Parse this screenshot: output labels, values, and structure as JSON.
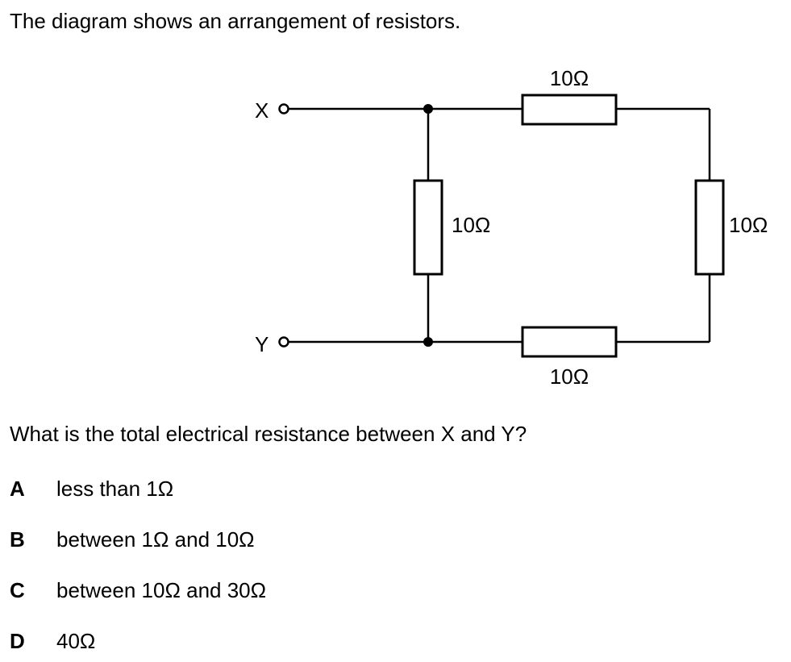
{
  "intro_text": "The diagram shows an arrangement of resistors.",
  "circuit": {
    "terminal_x_label": "X",
    "terminal_y_label": "Y",
    "resistor_top_label": "10Ω",
    "resistor_middle_label": "10Ω",
    "resistor_right_label": "10Ω",
    "resistor_bottom_label": "10Ω"
  },
  "question_text": "What is the total electrical resistance between X and Y?",
  "options": [
    {
      "letter": "A",
      "text": "less than 1Ω"
    },
    {
      "letter": "B",
      "text": "between 1Ω and 10Ω"
    },
    {
      "letter": "C",
      "text": "between 10Ω and 30Ω"
    },
    {
      "letter": "D",
      "text": "40Ω"
    }
  ]
}
